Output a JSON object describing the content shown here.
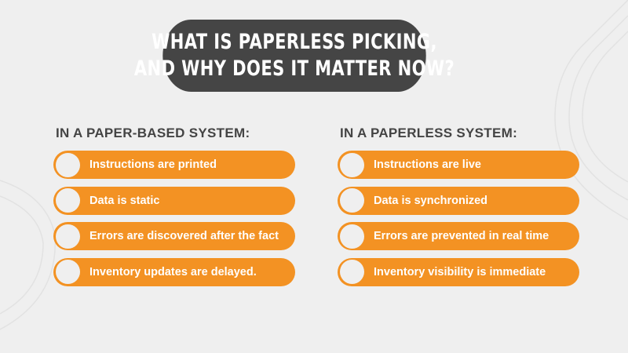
{
  "title": {
    "line1": "WHAT IS PAPERLESS PICKING,",
    "line2": "AND WHY DOES IT MATTER NOW?"
  },
  "colors": {
    "accent": "#f39223",
    "title_bg": "#454545",
    "background": "#efefef"
  },
  "paper_based": {
    "heading": "IN A PAPER-BASED SYSTEM:",
    "items": [
      "Instructions are printed",
      "Data is static",
      "Errors are discovered after the fact",
      "Inventory updates are delayed."
    ]
  },
  "paperless": {
    "heading": "IN A PAPERLESS SYSTEM:",
    "items": [
      "Instructions are live",
      "Data is synchronized",
      "Errors are prevented in real time",
      "Inventory visibility is immediate"
    ]
  }
}
